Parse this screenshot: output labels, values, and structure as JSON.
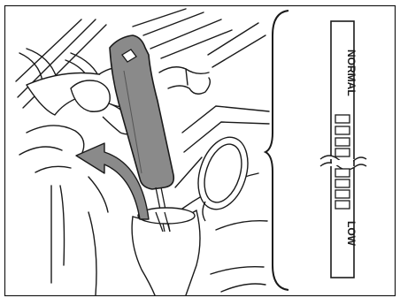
{
  "gauge": {
    "label_normal": "NORMAL",
    "label_low": "LOW"
  },
  "colors": {
    "line": "#1a1a1a",
    "dipstick_fill": "#8a8a8a",
    "background": "#ffffff"
  },
  "icons": {
    "pull_arrow": "curved-arrow-up-left"
  }
}
